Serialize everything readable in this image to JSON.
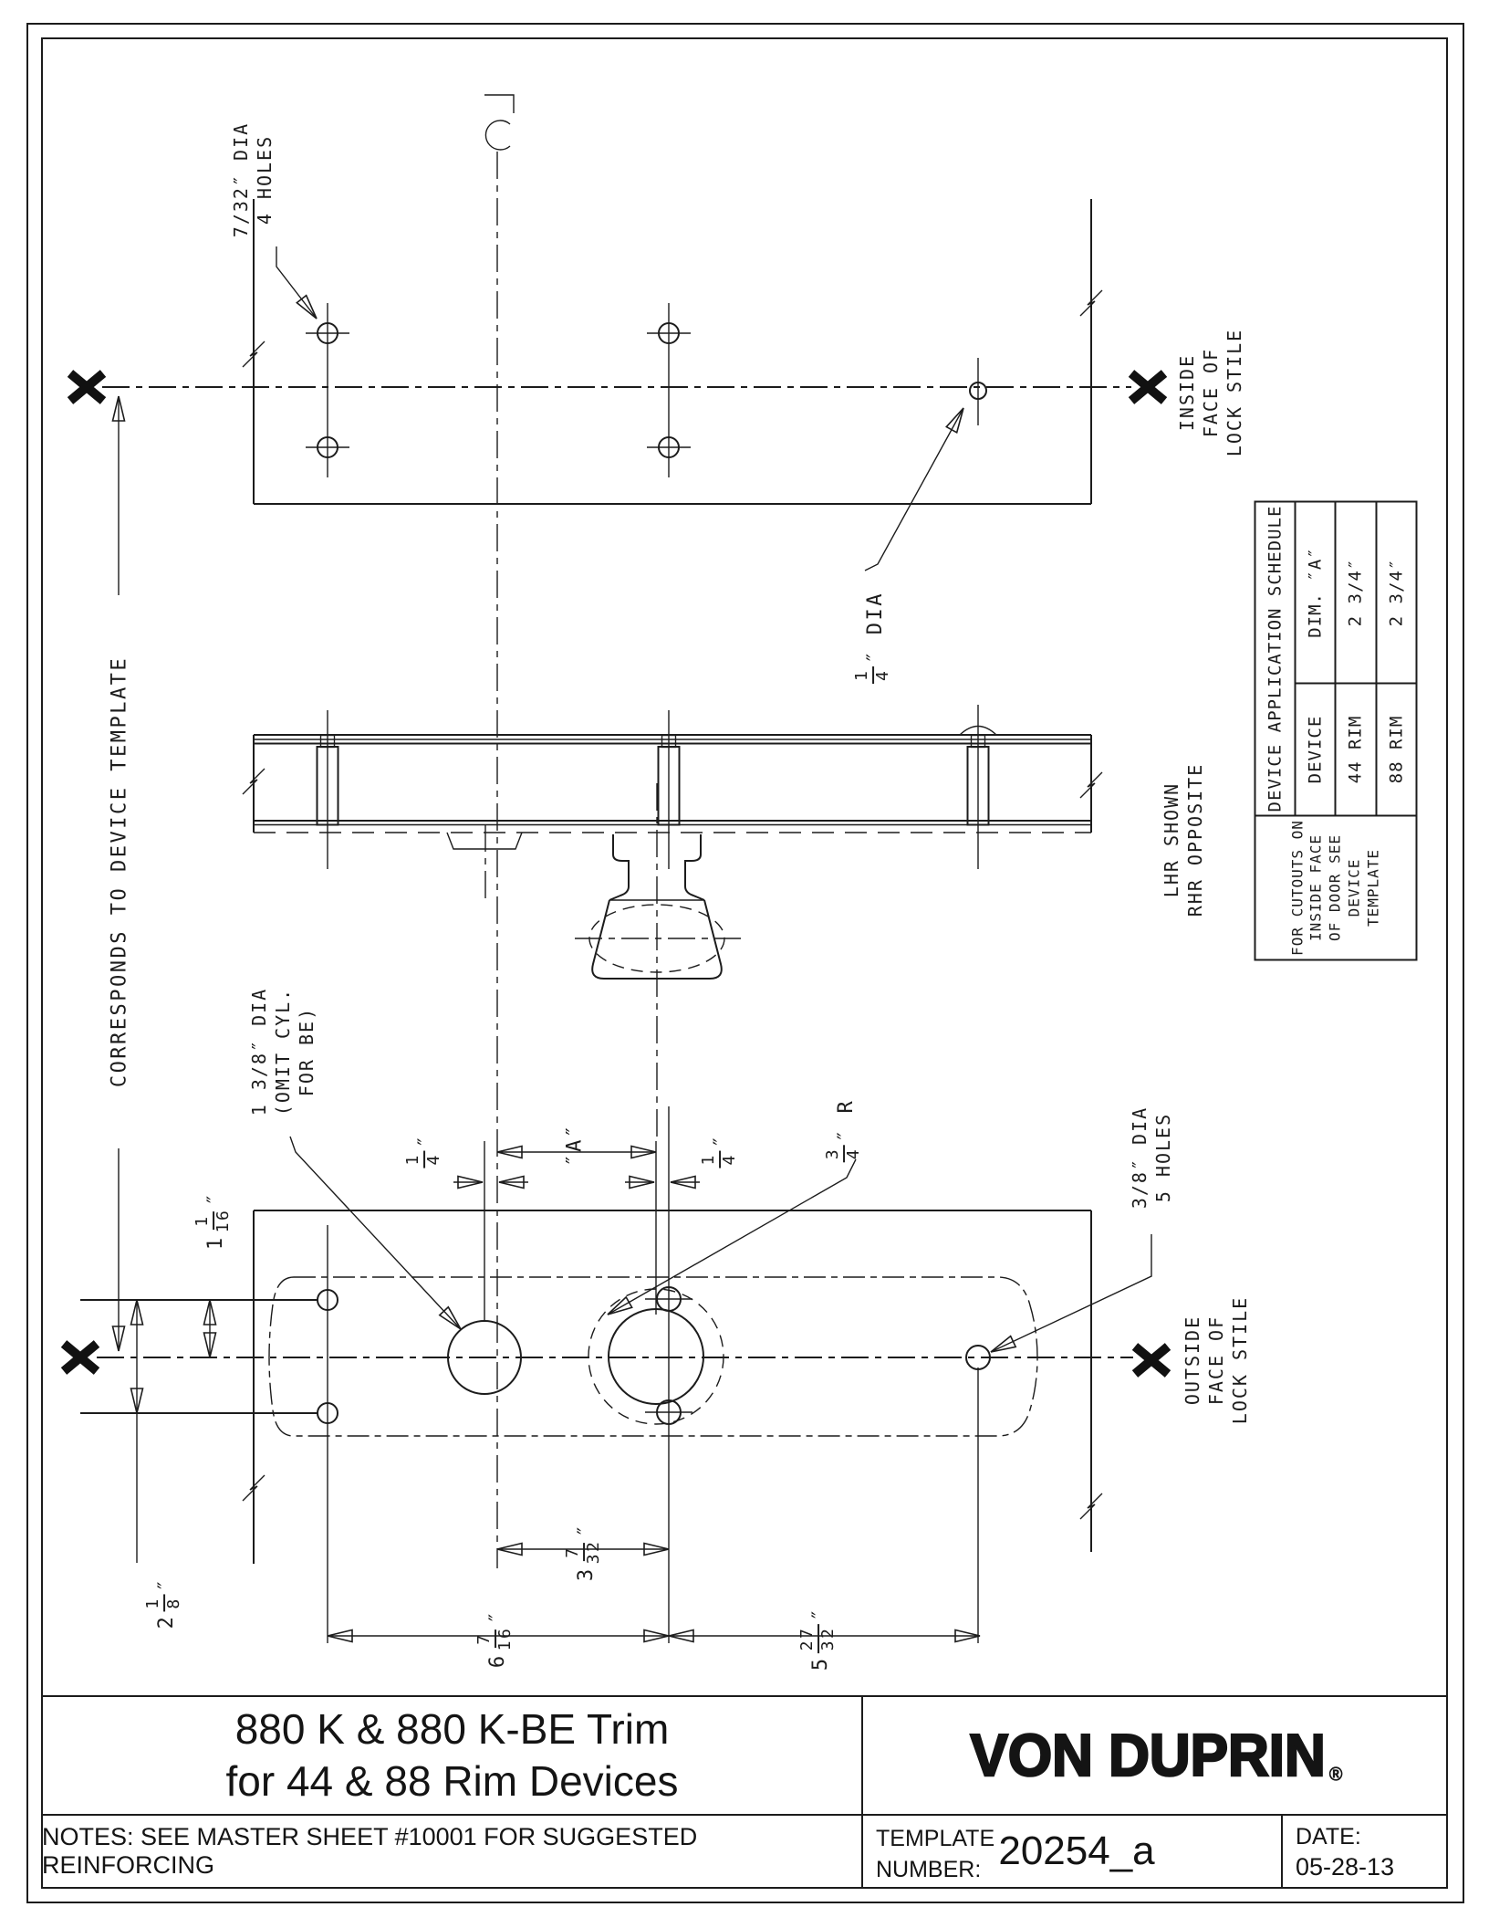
{
  "sheet": {
    "drawing_title_line1": "880 K & 880 K-BE Trim",
    "drawing_title_line2": "for 44 & 88 Rim Devices",
    "brand": "VON DUPRIN",
    "registered_mark": "®",
    "notes": "NOTES: SEE MASTER SHEET #10001 FOR SUGGESTED REINFORCING",
    "template_label_line1": "TEMPLATE",
    "template_label_line2": "NUMBER:",
    "template_number": "20254_a",
    "date_label": "DATE:",
    "date_value": "05-28-13"
  },
  "views": {
    "inside_face_label": [
      "INSIDE",
      "FACE OF",
      "LOCK STILE"
    ],
    "outside_face_label": [
      "OUTSIDE",
      "FACE OF",
      "LOCK STILE"
    ],
    "hand_note": [
      "LHR SHOWN",
      "RHR OPPOSITE"
    ],
    "corresponds_note": "CORRESPONDS TO DEVICE TEMPLATE"
  },
  "callouts": {
    "holes_732": [
      "7/32″ DIA",
      "4 HOLES"
    ],
    "dia_14": {
      "num": "1",
      "den": "4",
      "suffix": "″ DIA"
    },
    "cyl_138": [
      "1 3/8″ DIA",
      "(OMIT CYL.",
      "FOR BE)"
    ],
    "holes_38": [
      "3/8″ DIA",
      "5 HOLES"
    ]
  },
  "dimensions": {
    "d_1_1_16": {
      "whole": "1",
      "num": "1",
      "den": "16",
      "unit": "″"
    },
    "d_2_1_8": {
      "whole": "2",
      "num": "1",
      "den": "8",
      "unit": "″"
    },
    "d_1_4_left": {
      "num": "1",
      "den": "4",
      "unit": "″"
    },
    "d_A": "″A″",
    "d_1_4_right": {
      "num": "1",
      "den": "4",
      "unit": "″"
    },
    "d_3_4_R": {
      "num": "3",
      "den": "4",
      "unit": "″",
      "suffix": "R"
    },
    "d_3_7_32": {
      "whole": "3",
      "num": "7",
      "den": "32",
      "unit": "″"
    },
    "d_6_7_16": {
      "whole": "6",
      "num": "7",
      "den": "16",
      "unit": "″"
    },
    "d_5_27_32": {
      "whole": "5",
      "num": "27",
      "den": "32",
      "unit": "″"
    }
  },
  "schedule": {
    "title": "DEVICE APPLICATION SCHEDULE",
    "col_device": "DEVICE",
    "col_dim": "DIM. ″A″",
    "rows": [
      {
        "device": "44 RIM",
        "dim": "2 3/4″"
      },
      {
        "device": "88 RIM",
        "dim": "2 3/4″"
      }
    ],
    "note": [
      "FOR CUTOUTS ON",
      "INSIDE FACE",
      "OF DOOR SEE",
      "DEVICE TEMPLATE"
    ]
  }
}
